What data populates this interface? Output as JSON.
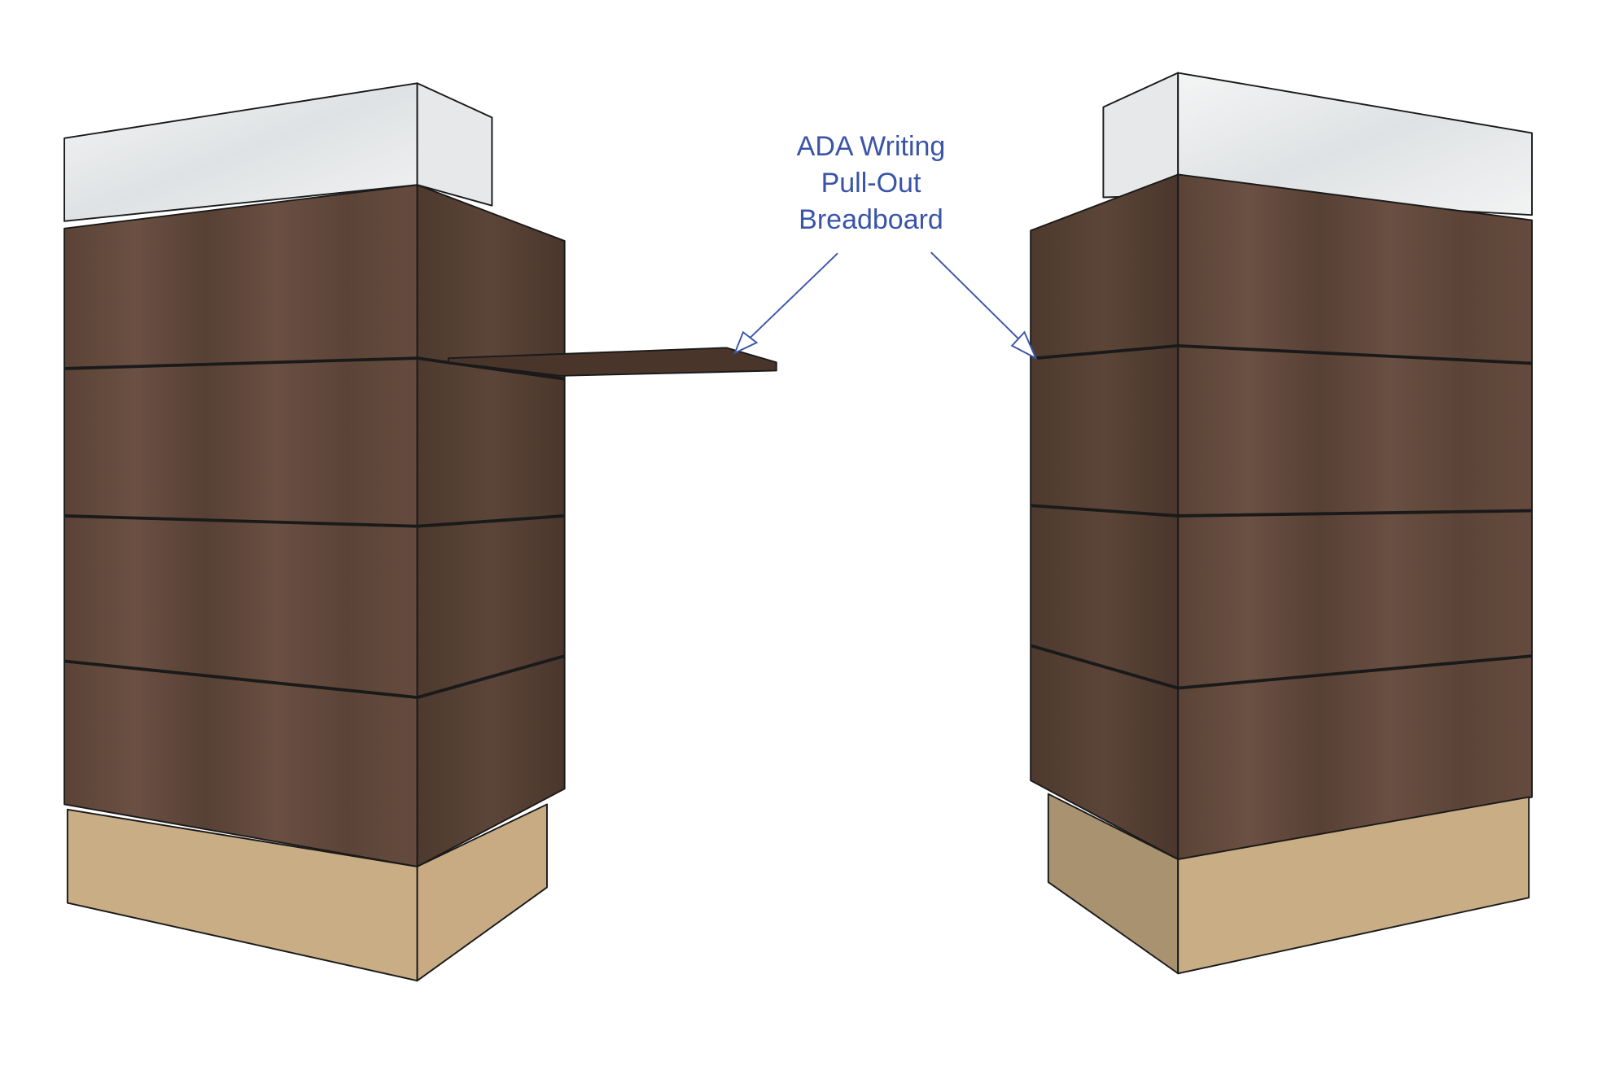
{
  "callout": {
    "lines": [
      "ADA Writing",
      "Pull-Out",
      "Breadboard"
    ]
  },
  "colors": {
    "callout": "#3a55a8",
    "wood_front": "#5e4639",
    "wood_side": "#4f3a2f",
    "marble": "#eef0f0",
    "base_front": "#c9ad85",
    "base_side": "#a89270",
    "outline": "#1a1a1a"
  }
}
